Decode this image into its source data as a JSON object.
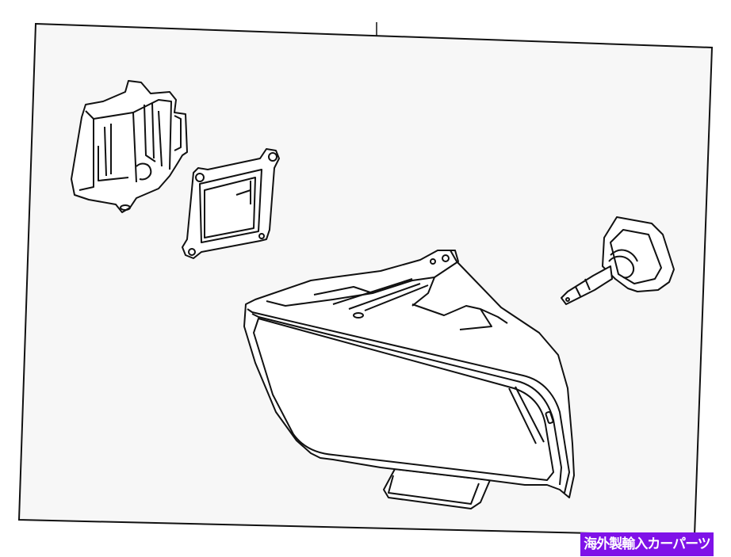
{
  "diagram": {
    "type": "exploded-parts-diagram",
    "subject": "headlamp-assembly",
    "background_color": "#ffffff",
    "panel_fill": "#f7f7f7",
    "line_color": "#111111",
    "parts": [
      {
        "id": "ballast-bracket",
        "label": ""
      },
      {
        "id": "ballast-control-module",
        "label": ""
      },
      {
        "id": "headlamp-housing",
        "label": ""
      },
      {
        "id": "bulb-socket",
        "label": ""
      }
    ]
  },
  "watermark": {
    "text": "海外製輸入カーパーツ",
    "background": "#7f12e8",
    "color": "#ffffff"
  }
}
